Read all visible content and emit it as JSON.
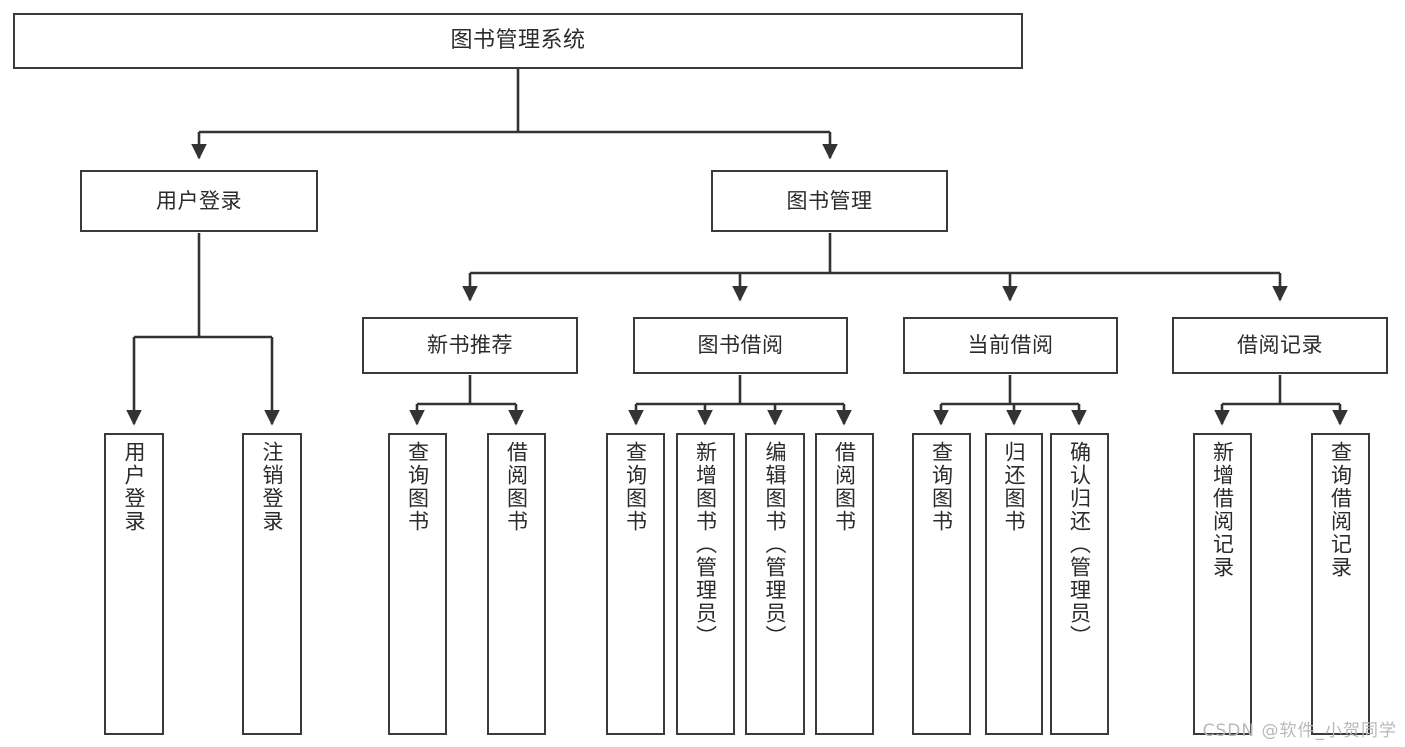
{
  "diagram": {
    "type": "tree",
    "title": "图书管理系统",
    "orientation": "top-down",
    "colors": {
      "box_border": "#3a3a3a",
      "box_fill": "#ffffff",
      "connector": "#333333",
      "text": "#2b2b2b",
      "watermark": "#b9b9b9"
    },
    "root": {
      "label": "图书管理系统"
    },
    "level2": [
      {
        "id": "user-login",
        "label": "用户登录"
      },
      {
        "id": "book-management",
        "label": "图书管理"
      }
    ],
    "level3": [
      {
        "id": "new-book-recommend",
        "label": "新书推荐"
      },
      {
        "id": "book-borrow",
        "label": "图书借阅"
      },
      {
        "id": "current-borrow",
        "label": "当前借阅"
      },
      {
        "id": "borrow-record",
        "label": "借阅记录"
      }
    ],
    "leaves": {
      "user_login": [
        {
          "id": "leaf-user-login",
          "label": "用户登录"
        },
        {
          "id": "leaf-logout-login",
          "label": "注销登录"
        }
      ],
      "new_book_recommend": [
        {
          "id": "leaf-query-book-1",
          "label": "查询图书"
        },
        {
          "id": "leaf-borrow-book-1",
          "label": "借阅图书"
        }
      ],
      "book_borrow": [
        {
          "id": "leaf-query-book-2",
          "label": "查询图书"
        },
        {
          "id": "leaf-add-book",
          "label": "新增图书（管理员）"
        },
        {
          "id": "leaf-edit-book",
          "label": "编辑图书（管理员）"
        },
        {
          "id": "leaf-borrow-book-2",
          "label": "借阅图书"
        }
      ],
      "current_borrow": [
        {
          "id": "leaf-query-book-3",
          "label": "查询图书"
        },
        {
          "id": "leaf-return-book",
          "label": "归还图书"
        },
        {
          "id": "leaf-confirm-return",
          "label": "确认归还（管理员）"
        }
      ],
      "borrow_record": [
        {
          "id": "leaf-add-record",
          "label": "新增借阅记录"
        },
        {
          "id": "leaf-query-record",
          "label": "查询借阅记录"
        }
      ]
    }
  },
  "watermark": {
    "text": "CSDN @软件_小贺同学"
  }
}
